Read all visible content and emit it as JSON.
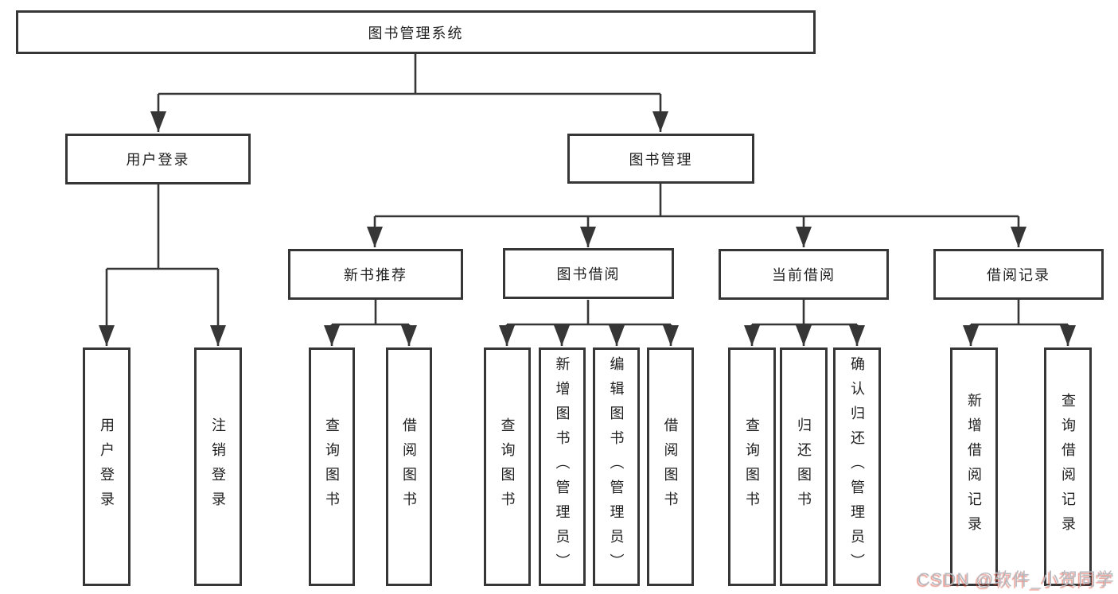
{
  "tree": {
    "label": "图书管理系统",
    "children": [
      {
        "label": "用户登录",
        "children": [
          {
            "label": "用户登录"
          },
          {
            "label": "注销登录"
          }
        ]
      },
      {
        "label": "图书管理",
        "children": [
          {
            "label": "新书推荐",
            "children": [
              {
                "label": "查询图书"
              },
              {
                "label": "借阅图书"
              }
            ]
          },
          {
            "label": "图书借阅",
            "children": [
              {
                "label": "查询图书"
              },
              {
                "label": "新增图书（管理员）"
              },
              {
                "label": "编辑图书（管理员）"
              },
              {
                "label": "借阅图书"
              }
            ]
          },
          {
            "label": "当前借阅",
            "children": [
              {
                "label": "查询图书"
              },
              {
                "label": "归还图书"
              },
              {
                "label": "确认归还（管理员）"
              }
            ]
          },
          {
            "label": "借阅记录",
            "children": [
              {
                "label": "新增借阅记录"
              },
              {
                "label": "查询借阅记录"
              }
            ]
          }
        ]
      }
    ]
  },
  "watermark": {
    "text": "CSDN @软件_小贺同学"
  },
  "colors": {
    "line": "#363636",
    "box_border": "#363636",
    "text": "#1f1f1f",
    "background": "#ffffff",
    "watermark_text": "#b7babf",
    "watermark_accent": "#d94a38"
  }
}
